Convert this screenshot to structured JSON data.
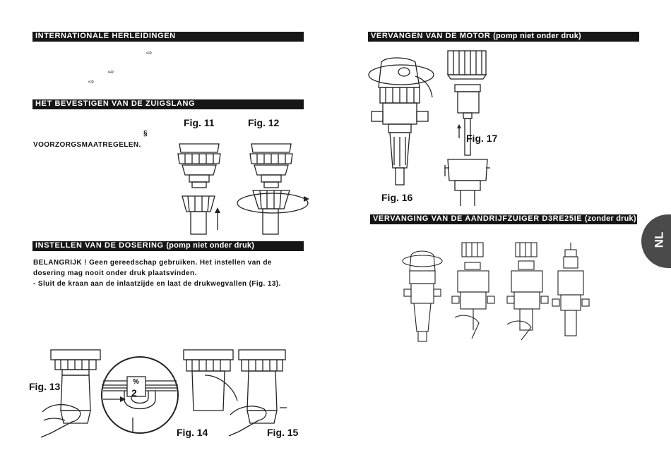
{
  "left": {
    "sections": {
      "conversions": {
        "title": "INTERNATIONALE HERLEIDINGEN",
        "arrows": [
          "⇨",
          "⇨",
          "⇨"
        ]
      },
      "suction": {
        "title": "HET BEVESTIGEN VAN DE ZUIGSLANG",
        "symbol": "§",
        "text": "VOORZORGSMAATREGELEN.",
        "fig11": "Fig. 11",
        "fig12": "Fig. 12"
      },
      "dosing": {
        "title": "INSTELLEN VAN DE DOSERING",
        "title_sub": "(pomp niet onder druk)",
        "line1": "BELANGRIJK ! Geen gereedschap gebruiken. Het instellen van de",
        "line2": "dosering mag nooit onder druk plaatsvinden.",
        "line3": "- Sluit de kraan aan de inlaatzijde en laat de drukwegvallen (Fig. 13).",
        "fig13": "Fig. 13",
        "fig14": "Fig. 14",
        "fig15": "Fig. 15",
        "scale_label": "%",
        "scale_value": "2"
      }
    }
  },
  "right": {
    "motor": {
      "title": "VERVANGEN VAN DE MOTOR",
      "title_sub": "(pomp niet onder druk)",
      "fig16": "Fig. 16",
      "fig17": "Fig. 17"
    },
    "piston": {
      "title": "VERVANGING VAN DE AANDRIJFZUIGER D3RE25IE",
      "title_sub": "(zonder druk)"
    }
  },
  "tab": {
    "label": "NL"
  },
  "colors": {
    "bar": "#161616",
    "tab": "#4a4a4a",
    "line": "#222222"
  }
}
